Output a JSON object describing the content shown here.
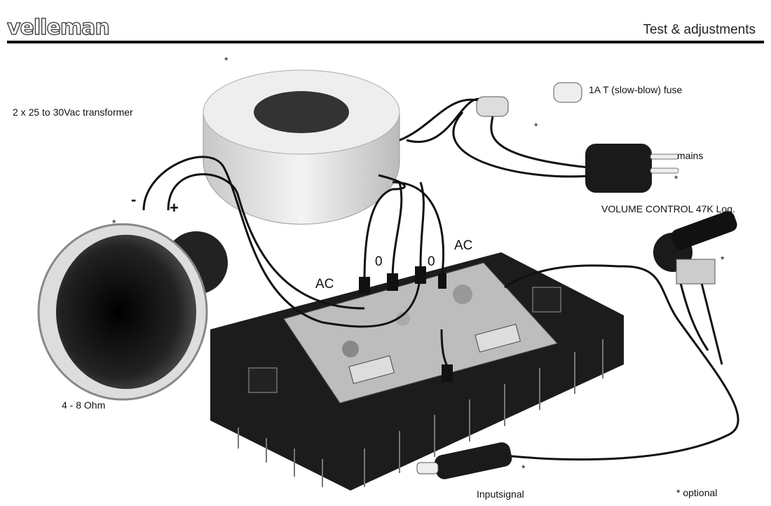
{
  "header": {
    "logo": "velleman",
    "title": "Test & adjustments"
  },
  "labels": {
    "transformer": "2 x 25 to 30Vac transformer",
    "fuse": "1A T (slow-blow) fuse",
    "mains": "mains",
    "volume": "VOLUME CONTROL 47K Log.",
    "speaker": "4 - 8 Ohm",
    "input": "Inputsignal",
    "optional": "* optional",
    "ac_left": "AC",
    "ac_right": "AC",
    "zero_left": "0",
    "zero_right": "0",
    "minus": "-",
    "plus": "+",
    "star": "*"
  }
}
